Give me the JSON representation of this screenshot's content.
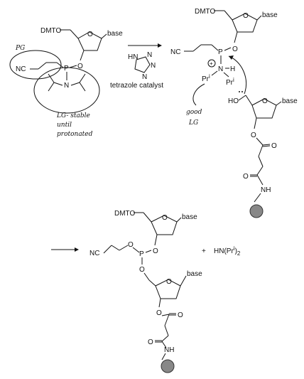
{
  "reactant": {
    "protecting_group": "DMTO",
    "base": "base",
    "nitrile": "NC",
    "phosphorus": "P",
    "oxygen_a": "O",
    "oxygen_b": "O",
    "nitrogen": "N"
  },
  "reagent": {
    "tetrazole_hn": "HN",
    "tetrazole_n": "N",
    "caption": "tetrazole catalyst"
  },
  "intermediate": {
    "protecting_group": "DMTO",
    "base_top": "base",
    "nitrile": "NC",
    "phosphorus": "P",
    "oxygen_a": "O",
    "oxygen_b": "O",
    "nitrogen": "N",
    "hydrogen": "H",
    "isopropyl": "Pr",
    "isopropyl_sup": "i",
    "plus_charge": "+",
    "hydroxyl": "HO",
    "base_bottom": "base",
    "ester_o": "O",
    "carbonyl_o": "O",
    "amide_o": "O",
    "amide_nh": "NH"
  },
  "product": {
    "protecting_group": "DMTO",
    "base_top": "base",
    "nitrile": "NC",
    "phosphorus": "P",
    "oxygen_a": "O",
    "oxygen_b": "O",
    "oxygen_c": "O",
    "base_bottom": "base",
    "ester_o": "O",
    "carbonyl_o": "O",
    "amide_o": "O",
    "amide_nh": "NH",
    "plus": "+",
    "byproduct": "HN(Pr",
    "byproduct_sup": "i",
    "byproduct_end": ")",
    "byproduct_sub": "2"
  },
  "annotations": {
    "pg": "PG",
    "lg_stable_line1": "LG- stable",
    "lg_stable_line2": "until",
    "lg_stable_line3": "protonated",
    "good_lg_line1": "good",
    "good_lg_line2": "LG"
  }
}
